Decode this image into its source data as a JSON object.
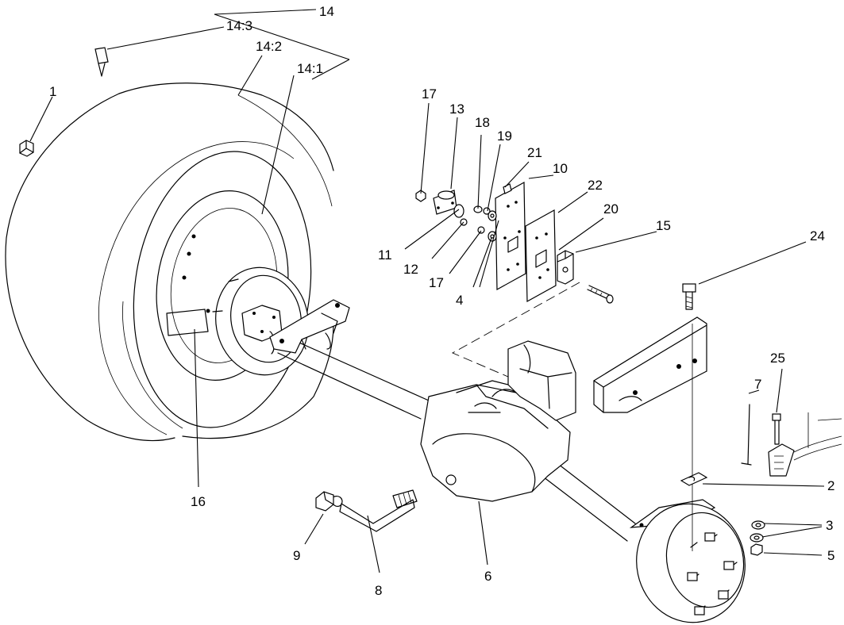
{
  "callouts": {
    "c1": "1",
    "c2": "2",
    "c3": "3",
    "c4": "4",
    "c5": "5",
    "c6": "6",
    "c7": "7",
    "c8": "8",
    "c9": "9",
    "c10": "10",
    "c11": "11",
    "c12": "12",
    "c13": "13",
    "c14": "14",
    "c14_1": "14:1",
    "c14_2": "14:2",
    "c14_3": "14:3",
    "c15": "15",
    "c16": "16",
    "c17a": "17",
    "c17b": "17",
    "c18": "18",
    "c19": "19",
    "c20": "20",
    "c21": "21",
    "c22": "22",
    "c24": "24",
    "c25": "25"
  }
}
